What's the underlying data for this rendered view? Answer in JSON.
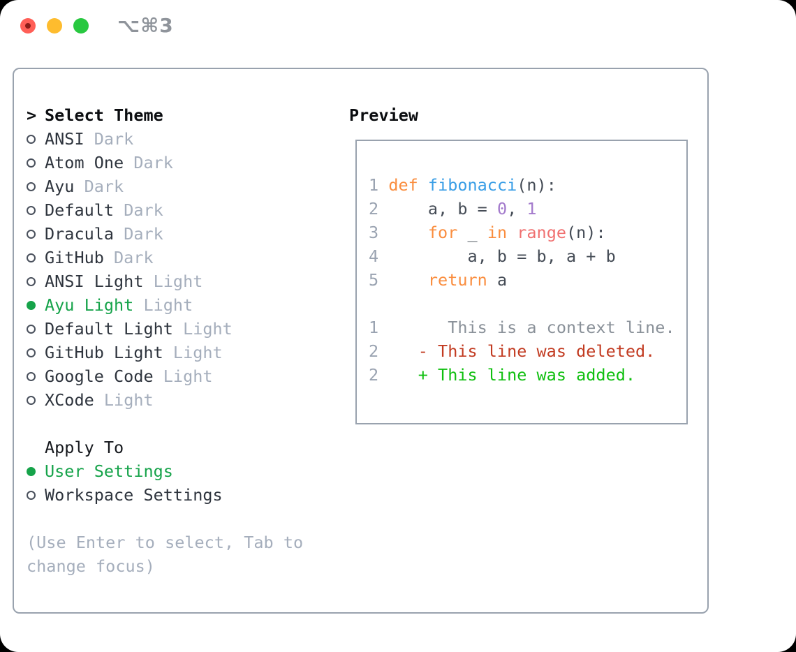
{
  "titlebar": {
    "title": "⌥⌘3"
  },
  "left_panel": {
    "prompt": ">",
    "header": "Select Theme",
    "themes": [
      {
        "name": "ANSI",
        "variant": "Dark",
        "selected": false
      },
      {
        "name": "Atom One",
        "variant": "Dark",
        "selected": false
      },
      {
        "name": "Ayu",
        "variant": "Dark",
        "selected": false
      },
      {
        "name": "Default",
        "variant": "Dark",
        "selected": false
      },
      {
        "name": "Dracula",
        "variant": "Dark",
        "selected": false
      },
      {
        "name": "GitHub",
        "variant": "Dark",
        "selected": false
      },
      {
        "name": "ANSI Light",
        "variant": "Light",
        "selected": false
      },
      {
        "name": "Ayu Light",
        "variant": "Light",
        "selected": true
      },
      {
        "name": "Default Light",
        "variant": "Light",
        "selected": false
      },
      {
        "name": "GitHub Light",
        "variant": "Light",
        "selected": false
      },
      {
        "name": "Google Code",
        "variant": "Light",
        "selected": false
      },
      {
        "name": "XCode",
        "variant": "Light",
        "selected": false
      }
    ],
    "apply_to": {
      "header": "Apply To",
      "options": [
        {
          "label": "User Settings",
          "selected": true
        },
        {
          "label": "Workspace Settings",
          "selected": false
        }
      ]
    },
    "hint_lines": [
      "(Use Enter to select, Tab to",
      "change focus)"
    ]
  },
  "preview": {
    "title": "Preview",
    "lines": [
      [
        {
          "t": "1",
          "c": "num"
        },
        {
          "t": " ",
          "c": "code"
        },
        {
          "t": "def",
          "c": "kw"
        },
        {
          "t": " ",
          "c": "code"
        },
        {
          "t": "fibonacci",
          "c": "fn"
        },
        {
          "t": "(n):",
          "c": "code"
        }
      ],
      [
        {
          "t": "2",
          "c": "num"
        },
        {
          "t": "     a, b = ",
          "c": "code"
        },
        {
          "t": "0",
          "c": "lit"
        },
        {
          "t": ", ",
          "c": "code"
        },
        {
          "t": "1",
          "c": "lit"
        }
      ],
      [
        {
          "t": "3",
          "c": "num"
        },
        {
          "t": "     ",
          "c": "code"
        },
        {
          "t": "for",
          "c": "kw"
        },
        {
          "t": " _ ",
          "c": "code"
        },
        {
          "t": "in",
          "c": "kw"
        },
        {
          "t": " ",
          "c": "code"
        },
        {
          "t": "range",
          "c": "call"
        },
        {
          "t": "(n):",
          "c": "code"
        }
      ],
      [
        {
          "t": "4",
          "c": "num"
        },
        {
          "t": "         a, b = b, a + b",
          "c": "code"
        }
      ],
      [
        {
          "t": "5",
          "c": "num"
        },
        {
          "t": "     ",
          "c": "code"
        },
        {
          "t": "return",
          "c": "kw"
        },
        {
          "t": " a",
          "c": "code"
        }
      ],
      [],
      [
        {
          "t": "1",
          "c": "num"
        },
        {
          "t": "       This is a context line.",
          "c": "ctx"
        }
      ],
      [
        {
          "t": "2",
          "c": "num"
        },
        {
          "t": "    ",
          "c": "code"
        },
        {
          "t": "- This line was deleted.",
          "c": "del"
        }
      ],
      [
        {
          "t": "2",
          "c": "num"
        },
        {
          "t": "    ",
          "c": "code"
        },
        {
          "t": "+ This line was added.",
          "c": "add"
        }
      ]
    ]
  },
  "colors": {
    "num": "#9aa3b1",
    "kw": "#fa8d3e",
    "fn": "#399ee6",
    "lit": "#a37acc",
    "call": "#f07171",
    "code": "#454c56",
    "ctx": "#8a9199",
    "del": "#c23b21",
    "add": "#0fbf0f",
    "accent_green": "#16a34a",
    "text_dark": "#2e343d",
    "text_muted": "#a5aebc",
    "border": "#99a2ae",
    "traffic_red": "#ff5f57",
    "traffic_yellow": "#febc2e",
    "traffic_green": "#28c840"
  }
}
